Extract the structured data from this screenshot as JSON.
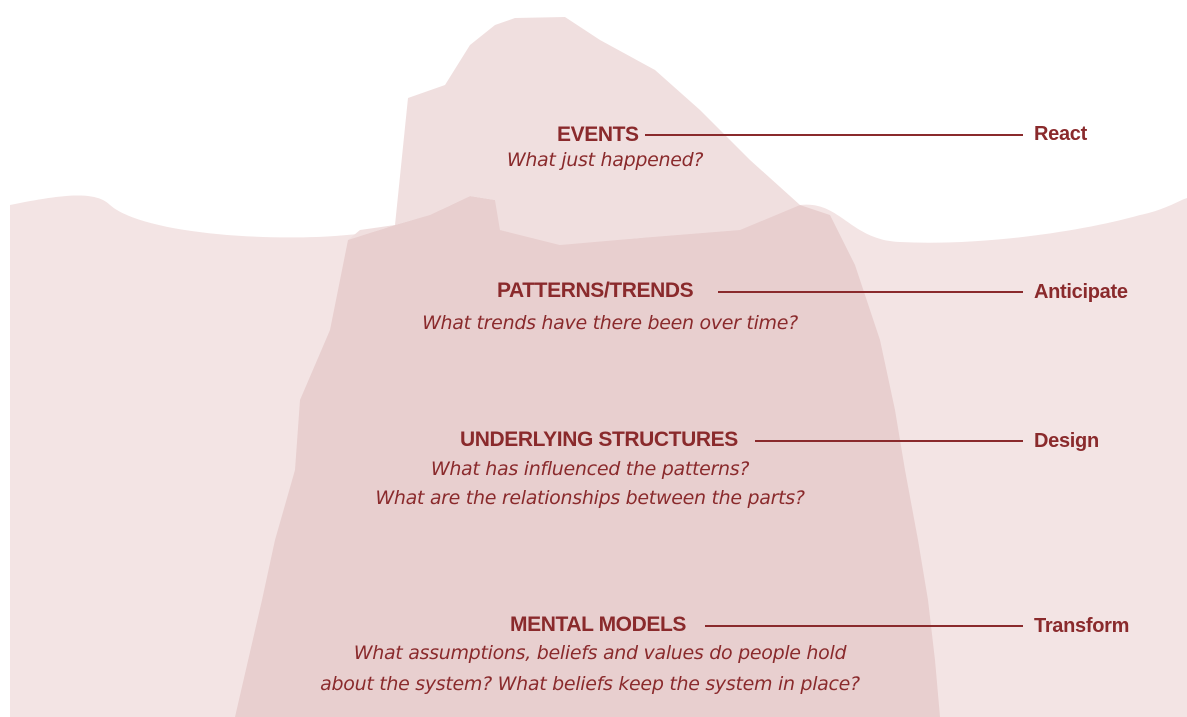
{
  "colors": {
    "text": "#8a2a2c",
    "water": "#f3e4e4",
    "iceberg_above": "#f0dfdf",
    "iceberg_below": "#e8cfcf"
  },
  "levels": [
    {
      "heading": "EVENTS",
      "questions": [
        "What just happened?"
      ],
      "action": "React"
    },
    {
      "heading": "PATTERNS/TRENDS",
      "questions": [
        "What trends have there been over time?"
      ],
      "action": "Anticipate"
    },
    {
      "heading": "UNDERLYING STRUCTURES",
      "questions": [
        "What has influenced the patterns?",
        "What are the relationships between the parts?"
      ],
      "action": "Design"
    },
    {
      "heading": "MENTAL MODELS",
      "questions": [
        "What assumptions, beliefs and values do people hold",
        "about the system? What beliefs keep the system in place?"
      ],
      "action": "Transform"
    }
  ]
}
